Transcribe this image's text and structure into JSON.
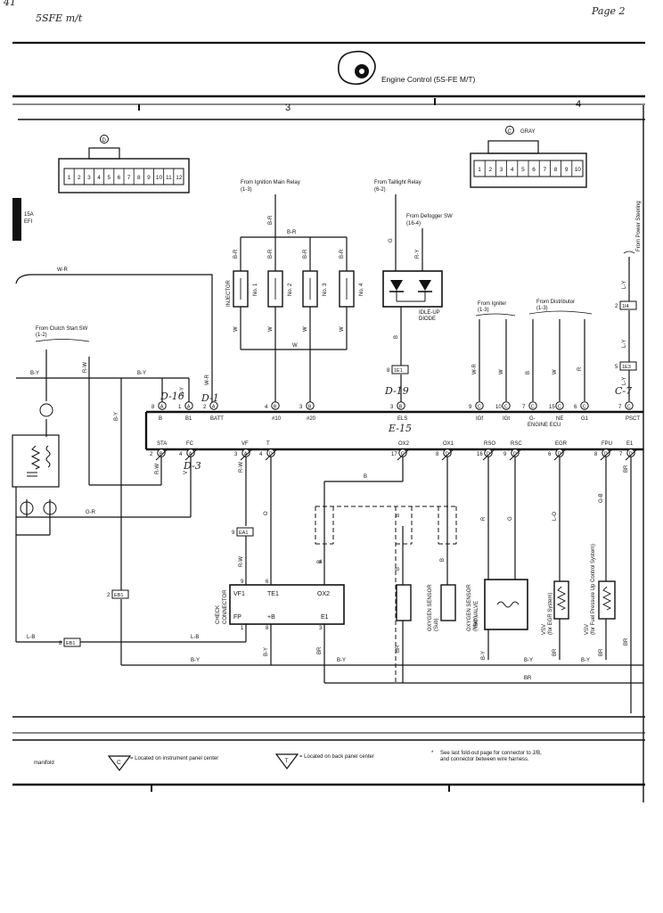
{
  "handwritten": {
    "top_left_num": "41",
    "top_left": "5SFE m/t",
    "top_right": "Page 2",
    "d16": "D-16",
    "d1": "D-1",
    "d19": "D-19",
    "e15": "E-15",
    "d3": "D-3",
    "c7": "C-7"
  },
  "header": {
    "title": "Engine Control (5S-FE M/T)"
  },
  "columns": [
    "3",
    "4"
  ],
  "connectors": {
    "d_id": "D",
    "d_pins": [
      "1",
      "2",
      "3",
      "4",
      "5",
      "6",
      "7",
      "8",
      "9",
      "10",
      "11",
      "12"
    ],
    "c_id": "C",
    "c_color": "GRAY",
    "c_pins": [
      "1",
      "2",
      "3",
      "4",
      "5",
      "6",
      "7",
      "8",
      "9",
      "10"
    ]
  },
  "left_edge": {
    "fuse": "15A",
    "fuse_sub": "EFI"
  },
  "sources": {
    "ign_main_relay": [
      "From Ignition Main Relay",
      "(1-3)"
    ],
    "taillight_relay": [
      "From Taillight Relay",
      "(6-2)"
    ],
    "defogger_sw": [
      "From Defogger SW",
      "(16-4)"
    ],
    "clutch_start_sw": [
      "From Clutch Start SW",
      "(1-2)"
    ],
    "igniter": [
      "From Igniter",
      "(1-3)"
    ],
    "distributor": [
      "From Distributor",
      "(1-3)"
    ],
    "power_steering": "From Power Steering"
  },
  "components": {
    "injector": "INJECTOR",
    "injectors": [
      "No. 1",
      "No. 2",
      "No. 3",
      "No. 4"
    ],
    "idle_up_diode": [
      "IDLE-UP",
      "DIODE"
    ],
    "engine_ecu": "ENGINE ECU",
    "check_connector": [
      "CHECK",
      "CONNECTOR"
    ],
    "oxygen_sensor_sub": [
      "OXYGEN SENSOR",
      "(Sub)"
    ],
    "oxygen_sensor_main": [
      "OXYGEN SENSOR",
      "(Main)"
    ],
    "isc_valve": "ISC VALVE",
    "vsv_egr": [
      "VSV",
      "(for EGR System)"
    ],
    "vsv_fpu": [
      "VSV",
      "(for Fuel Pressure Up Control System)"
    ]
  },
  "ecu_terminals": {
    "top": [
      "B",
      "B1",
      "BATT",
      "#10",
      "#20",
      "ELS",
      "IGf",
      "IGt",
      "G-",
      "NE",
      "G1",
      "PSCT"
    ],
    "top_pins": [
      "8",
      "1",
      "2",
      "4",
      "3",
      "3",
      "9",
      "10",
      "7",
      "15",
      "6",
      "7"
    ],
    "top_conn": [
      "A",
      "A",
      "A",
      "B",
      "B",
      "B",
      "C",
      "C",
      "C",
      "C",
      "C",
      "C"
    ],
    "bottom": [
      "STA",
      "FC",
      "VF",
      "T",
      "OX2",
      "OX1",
      "RSO",
      "RSC",
      "EGR",
      "FPU",
      "E1"
    ],
    "bottom_pins": [
      "2",
      "4",
      "3",
      "4",
      "17",
      "8",
      "16",
      "9",
      "6",
      "8",
      "7"
    ],
    "bottom_conn": [
      "B",
      "A",
      "A",
      "D",
      "C",
      "D",
      "D",
      "D",
      "D",
      "D",
      "D"
    ]
  },
  "check_terminals": [
    "VF1",
    "TE1",
    "OX2",
    "FP",
    "+B",
    "E1"
  ],
  "check_pins": [
    "9",
    "6",
    "4",
    "1",
    "8",
    "3"
  ],
  "junctions": [
    "1E1",
    "1E3",
    "1I4",
    "EA1",
    "EB1",
    "EB1"
  ],
  "junction_pins": [
    "8",
    "5",
    "2",
    "9",
    "2",
    "8"
  ],
  "wire_colors": [
    "B-R",
    "W-R",
    "B-Y",
    "R-W",
    "W",
    "G",
    "R-Y",
    "L-Y",
    "O",
    "G-R",
    "L-B",
    "BR",
    "B",
    "R",
    "L-O",
    "G-B",
    "V"
  ],
  "footer": {
    "manifold": "manifold",
    "legend_c": "C",
    "legend_c_text": "= Located on instrument panel center",
    "legend_t": "T",
    "legend_t_text": "= Located on back panel center",
    "note_star": "*",
    "note_1": "See last fold-out page for connector to J/B,",
    "note_2": "and connector between wire harness."
  }
}
